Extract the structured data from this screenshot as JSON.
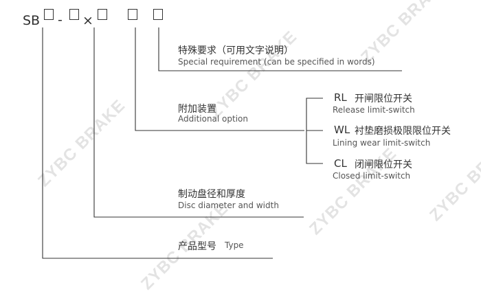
{
  "model_code": {
    "prefix": "SB",
    "dash": "-",
    "times": "×"
  },
  "labels": {
    "special_cn": "特殊要求（可用文字说明）",
    "special_en": "Special requirement (can be specified in words)",
    "additional_cn": "附加装置",
    "additional_en": "Additional option",
    "disc_cn": "制动盘径和厚度",
    "disc_en": "Disc diameter and width",
    "type_cn": "产品型号",
    "type_en": "Type"
  },
  "options": [
    {
      "code": "RL",
      "cn": "开闸限位开关",
      "en": "Release limit-switch"
    },
    {
      "code": "WL",
      "cn": "衬垫磨损极限限位开关",
      "en": "Lining wear limit-switch"
    },
    {
      "code": "CL",
      "cn": "闭闸限位开关",
      "en": "Closed limit-switch"
    }
  ],
  "watermark": "ZYBC BRAKE"
}
